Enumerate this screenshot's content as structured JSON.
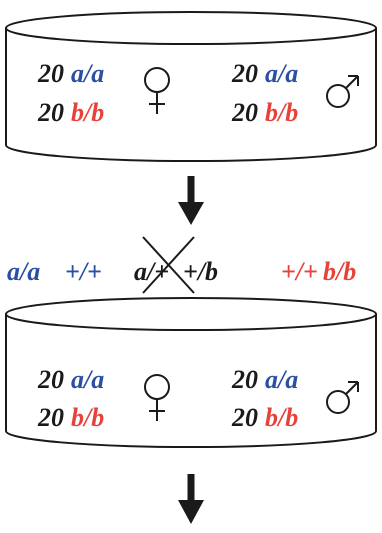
{
  "vials": [
    {
      "rows": [
        {
          "count": "20",
          "genotype": "a/a"
        },
        {
          "count": "20",
          "genotype": "b/b"
        }
      ],
      "cols": [
        {
          "sex": "female",
          "symbol": "female-icon"
        },
        {
          "sex": "male",
          "symbol": "male-icon"
        }
      ]
    },
    {
      "rows": [
        {
          "count": "20",
          "genotype": "a/a"
        },
        {
          "count": "20",
          "genotype": "b/b"
        }
      ],
      "cols": [
        {
          "sex": "female",
          "symbol": "female-icon"
        },
        {
          "sex": "male",
          "symbol": "male-icon"
        }
      ]
    }
  ],
  "genotypes": {
    "left": {
      "part1": "a/a",
      "part2": "+/+"
    },
    "middle": {
      "part1": "a/+",
      "part2": "+/b"
    },
    "right": {
      "part1": "+/+",
      "part2": "b/b"
    }
  },
  "colors": {
    "blue": "#2b4fa3",
    "red": "#e8413a",
    "black": "#1a1a1a"
  }
}
